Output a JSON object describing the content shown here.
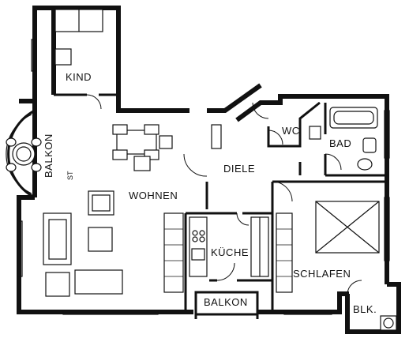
{
  "rooms": {
    "kind": "KIND",
    "balkon_west": "BALKON",
    "st": "ST",
    "wohnen": "WOHNEN",
    "diele": "DIELE",
    "wc": "WC",
    "bad": "BAD",
    "kueche": "KÜCHE",
    "balkon_south": "BALKON",
    "schlafen": "SCHLAFEN",
    "blk": "BLK."
  }
}
